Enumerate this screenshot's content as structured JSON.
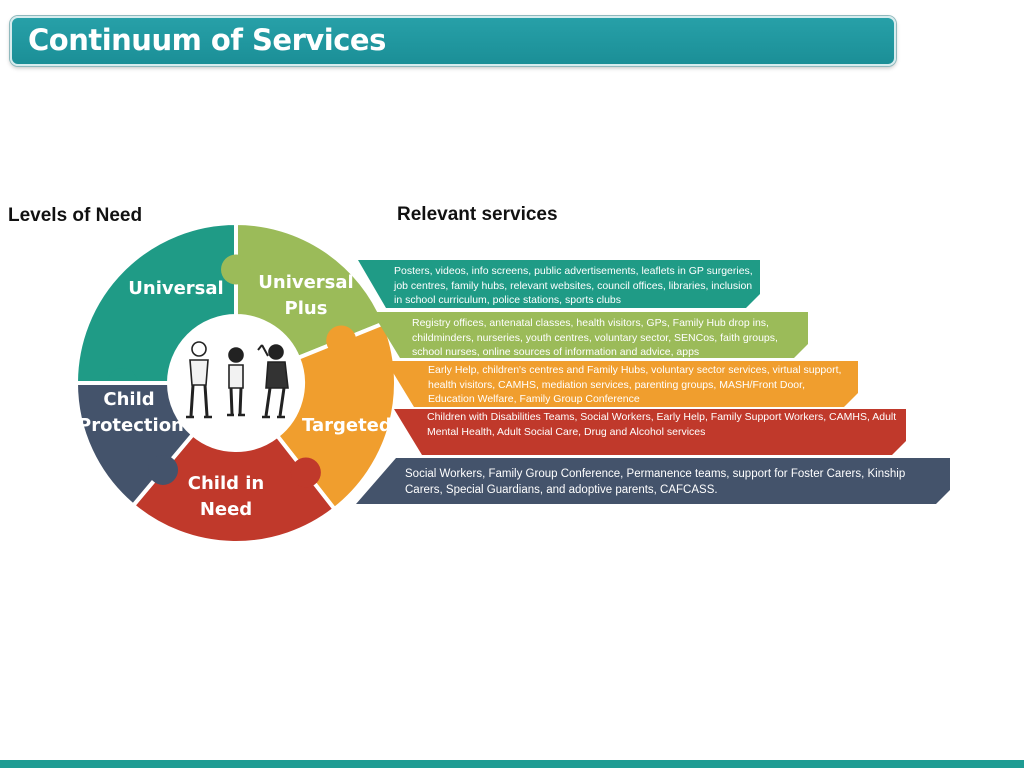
{
  "page_title": "Continuum of Services",
  "headings": {
    "levels": "Levels of Need",
    "services": "Relevant services"
  },
  "colors": {
    "universal": "#1f9b86",
    "universal_plus": "#9bbb59",
    "targeted": "#f09e2e",
    "child_in_need": "#c0392b",
    "child_protection": "#44536b",
    "title_bar": "#1b8f97"
  },
  "segments": {
    "universal": "Universal",
    "universal_plus": "Universal\nPlus",
    "targeted": "Targeted",
    "child_in_need": "Child in\nNeed",
    "child_protection": "Child\nProtection"
  },
  "center_image": "family-figures-icon",
  "services": [
    "Posters, videos, info screens, public advertisements, leaflets in GP surgeries, job centres, family hubs, relevant websites, council offices, libraries, inclusion in school curriculum, police stations, sports clubs",
    "Registry offices, antenatal classes, health visitors, GPs, Family Hub drop ins, childminders, nurseries, youth centres, voluntary sector, SENCos, faith groups, school nurses, online sources of information and advice, apps",
    "Early Help, children's centres and Family Hubs, voluntary sector services, virtual support, health visitors, CAMHS, mediation services, parenting groups, MASH/Front Door, Education Welfare, Family Group Conference",
    "Children with Disabilities Teams, Social Workers, Early Help, Family Support Workers, CAMHS, Adult Mental Health, Adult Social Care, Drug and Alcohol services",
    "Social Workers, Family Group Conference, Permanence teams, support for Foster Carers, Kinship Carers, Special Guardians, and adoptive parents, CAFCASS."
  ]
}
